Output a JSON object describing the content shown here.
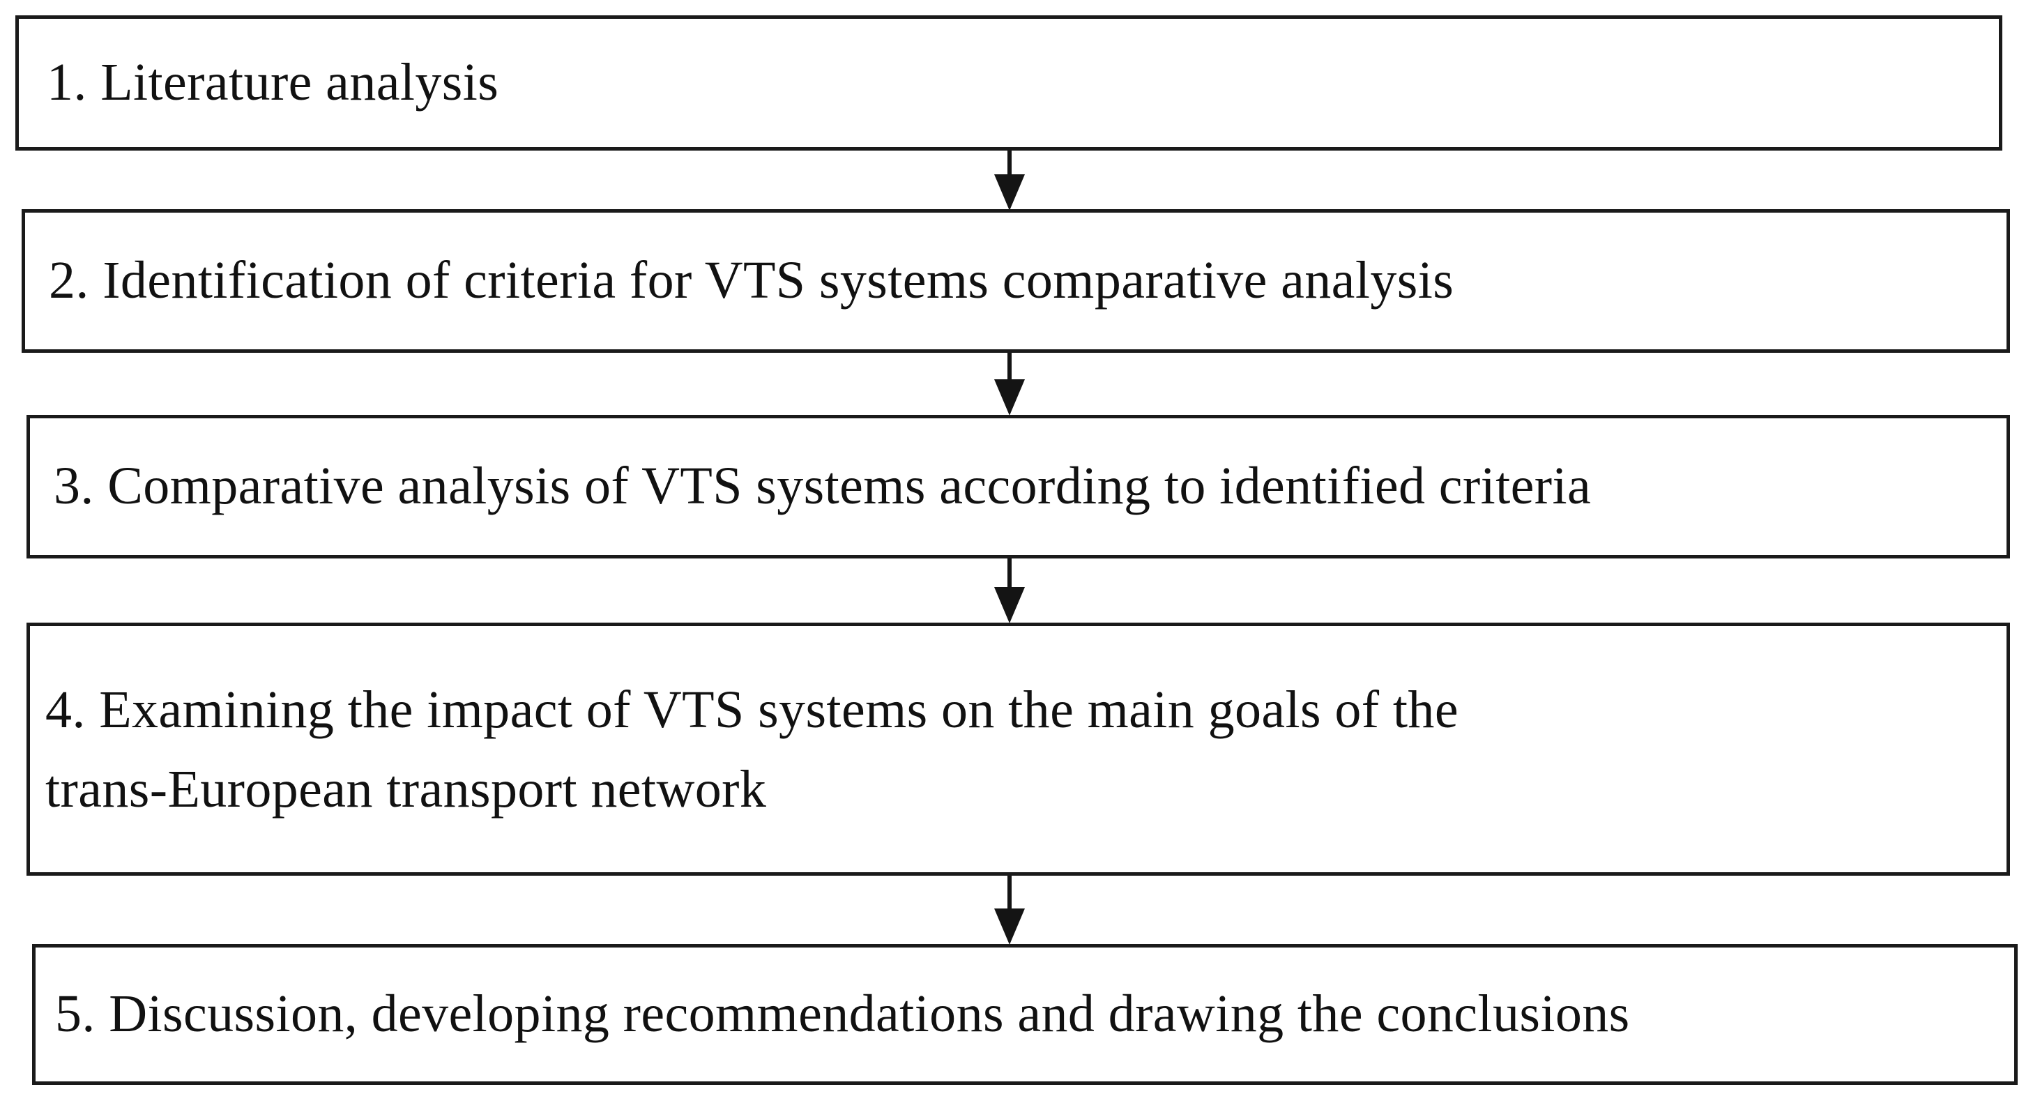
{
  "diagram": {
    "title": "Research methodology stages flowchart",
    "type": "vertical-flowchart",
    "orientation": "top-to-bottom",
    "background_color": "#ffffff",
    "border_color": "#1a1a1a",
    "text_color": "#111111",
    "arrow_color": "#141414",
    "steps": [
      {
        "number": "1",
        "label": "1. Literature analysis",
        "lines": [
          "1. Literature analysis"
        ]
      },
      {
        "number": "2",
        "label": "2. Identification of criteria for VTS systems comparative analysis",
        "lines": [
          "2. Identification of criteria for VTS systems comparative analysis"
        ]
      },
      {
        "number": "3",
        "label": "3. Comparative analysis of VTS systems according to identified criteria",
        "lines": [
          "3. Comparative analysis of VTS systems according to identified criteria"
        ]
      },
      {
        "number": "4",
        "label": "4. Examining the impact of VTS systems on the main goals of the trans-European transport network",
        "lines": [
          "4. Examining the impact of VTS systems on the main goals of the",
          "trans-European transport network"
        ]
      },
      {
        "number": "5",
        "label": "5. Discussion, developing recommendations and drawing the conclusions",
        "lines": [
          "5. Discussion, developing recommendations and drawing the conclusions"
        ]
      }
    ],
    "connectors": [
      {
        "from": "1",
        "to": "2",
        "icon": "down-arrow-icon"
      },
      {
        "from": "2",
        "to": "3",
        "icon": "down-arrow-icon"
      },
      {
        "from": "3",
        "to": "4",
        "icon": "down-arrow-icon"
      },
      {
        "from": "4",
        "to": "5",
        "icon": "down-arrow-icon"
      }
    ]
  }
}
